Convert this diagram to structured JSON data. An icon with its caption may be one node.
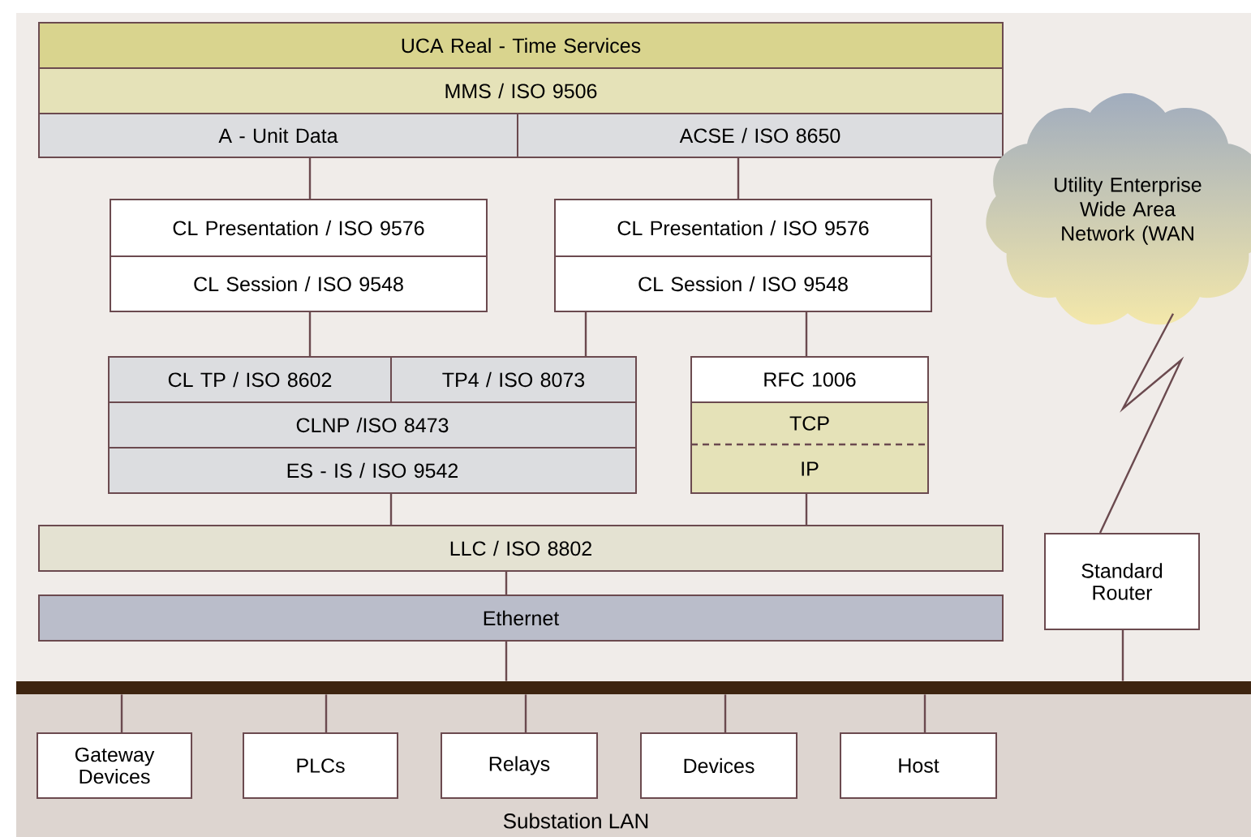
{
  "diagram": {
    "nodes": [
      {
        "text": [
          "UCA Real - Time Services"
        ]
      },
      {
        "text": [
          "MMS / ISO 9506"
        ]
      },
      {
        "text": [
          "A - Unit Data"
        ]
      },
      {
        "text": [
          "ACSE / ISO 8650"
        ]
      },
      {
        "text": [
          "CL Presentation / ISO 9576"
        ]
      },
      {
        "text": [
          "CL Session / ISO 9548"
        ]
      },
      {
        "text": [
          "CL Presentation / ISO 9576"
        ]
      },
      {
        "text": [
          "CL Session / ISO 9548"
        ]
      },
      {
        "text": [
          "CL TP / ISO 8602"
        ]
      },
      {
        "text": [
          "TP4 / ISO 8073"
        ]
      },
      {
        "text": [
          "CLNP /ISO 8473"
        ]
      },
      {
        "text": [
          "ES - IS / ISO 9542"
        ]
      },
      {
        "text": [
          "RFC 1006"
        ]
      },
      {
        "text": [
          "TCP"
        ]
      },
      {
        "text": [
          "IP"
        ]
      },
      {
        "text": [
          "LLC / ISO 8802"
        ]
      },
      {
        "text": [
          "Ethernet"
        ]
      },
      {
        "text": [
          "Utility Enterprise Wide Area Network (WAN"
        ]
      },
      {
        "text": [
          "Standard Router"
        ]
      },
      {
        "text": [
          "Gateway Devices"
        ]
      },
      {
        "text": [
          "PLCs"
        ]
      },
      {
        "text": [
          "Relays"
        ]
      },
      {
        "text": [
          "Devices"
        ]
      },
      {
        "text": [
          "Host"
        ]
      },
      {
        "text": [],
        "shape": "bar"
      }
    ],
    "edges": [
      {
        "from": 2,
        "to": 4,
        "arrow": "none"
      },
      {
        "from": 3,
        "to": 6,
        "arrow": "none"
      },
      {
        "from": 5,
        "to": 8,
        "arrow": "none"
      },
      {
        "from": 7,
        "to": 9,
        "arrow": "none"
      },
      {
        "from": 7,
        "to": 12,
        "arrow": "none"
      },
      {
        "from": 11,
        "to": 15,
        "arrow": "none"
      },
      {
        "from": 14,
        "to": 15,
        "arrow": "none"
      },
      {
        "from": 15,
        "to": 16,
        "arrow": "none"
      },
      {
        "from": 16,
        "to": 24,
        "arrow": "none"
      },
      {
        "from": 17,
        "to": 18,
        "arrow": "none"
      },
      {
        "from": 18,
        "to": 24,
        "arrow": "none"
      },
      {
        "from": 24,
        "to": 19,
        "arrow": "none"
      },
      {
        "from": 24,
        "to": 20,
        "arrow": "none"
      },
      {
        "from": 24,
        "to": 21,
        "arrow": "none"
      },
      {
        "from": 24,
        "to": 22,
        "arrow": "none"
      },
      {
        "from": 24,
        "to": 23,
        "arrow": "none"
      }
    ],
    "labels": [
      "Substation LAN"
    ]
  }
}
